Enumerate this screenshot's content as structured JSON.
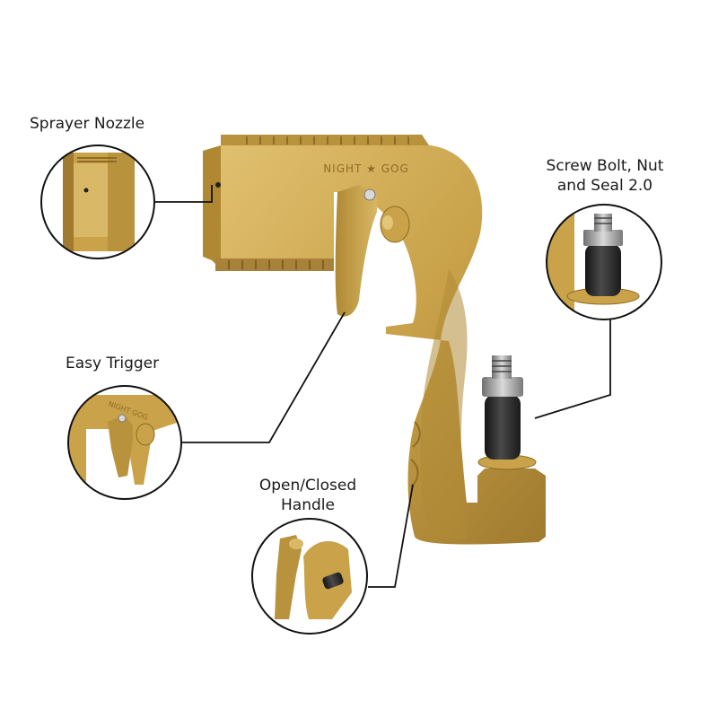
{
  "callouts": {
    "sprayer_nozzle": "Sprayer Nozzle",
    "screw_bolt": [
      "Screw Bolt, Nut",
      "and Seal 2.0"
    ],
    "easy_trigger": "Easy Trigger",
    "open_closed_handle": [
      "Open/Closed",
      "Handle"
    ]
  },
  "product": {
    "brand_engraving": "NIGHT ★ GOG"
  },
  "colors": {
    "gold": "#c9a24a",
    "gold_dark": "#8e6c25",
    "gold_light": "#e3c678",
    "rubber": "#2b2b2b",
    "outline": "#111111"
  }
}
